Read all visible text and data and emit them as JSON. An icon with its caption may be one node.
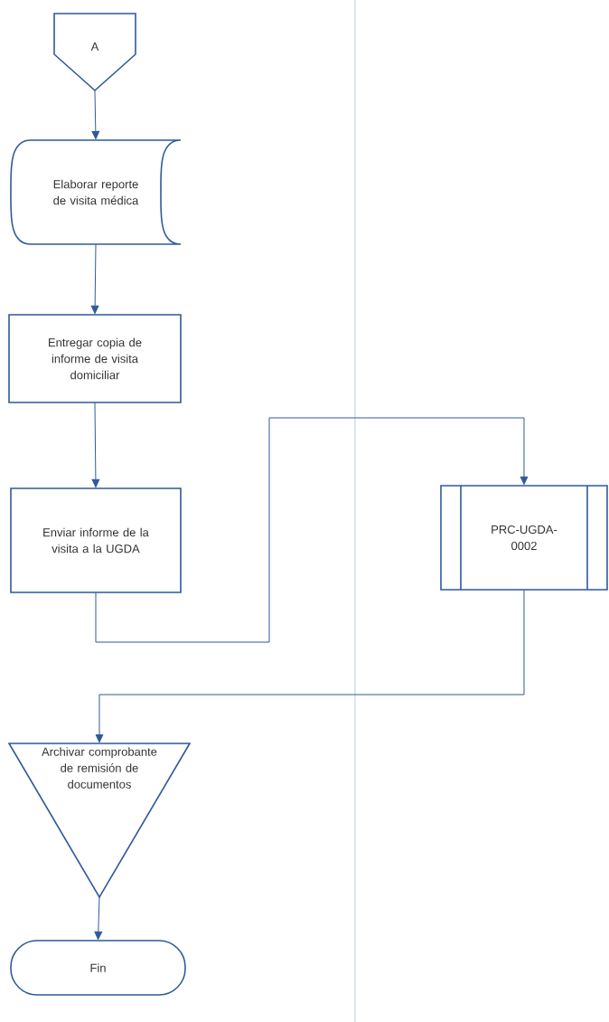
{
  "diagram": {
    "nodes": [
      {
        "text": [
          "A"
        ]
      },
      {
        "text": [
          "Elaborar reporte de visita médica"
        ]
      },
      {
        "text": [
          "Entregar copia de informe de visita domiciliar"
        ]
      },
      {
        "text": [
          "Enviar informe de la visita a la UGDA"
        ]
      },
      {
        "text": [
          "PRC-UGDA-0002"
        ]
      },
      {
        "text": [
          "Archivar comprobante de remisión de documentos"
        ]
      },
      {
        "text": [
          "Fin"
        ]
      }
    ],
    "edges": [
      {
        "from": 0,
        "to": 1,
        "arrow": "to"
      },
      {
        "from": 1,
        "to": 2,
        "arrow": "to"
      },
      {
        "from": 2,
        "to": 3,
        "arrow": "to"
      },
      {
        "from": 3,
        "to": 4,
        "arrow": "to"
      },
      {
        "from": 4,
        "to": 5,
        "arrow": "to"
      },
      {
        "from": 5,
        "to": 6,
        "arrow": "to"
      }
    ]
  }
}
